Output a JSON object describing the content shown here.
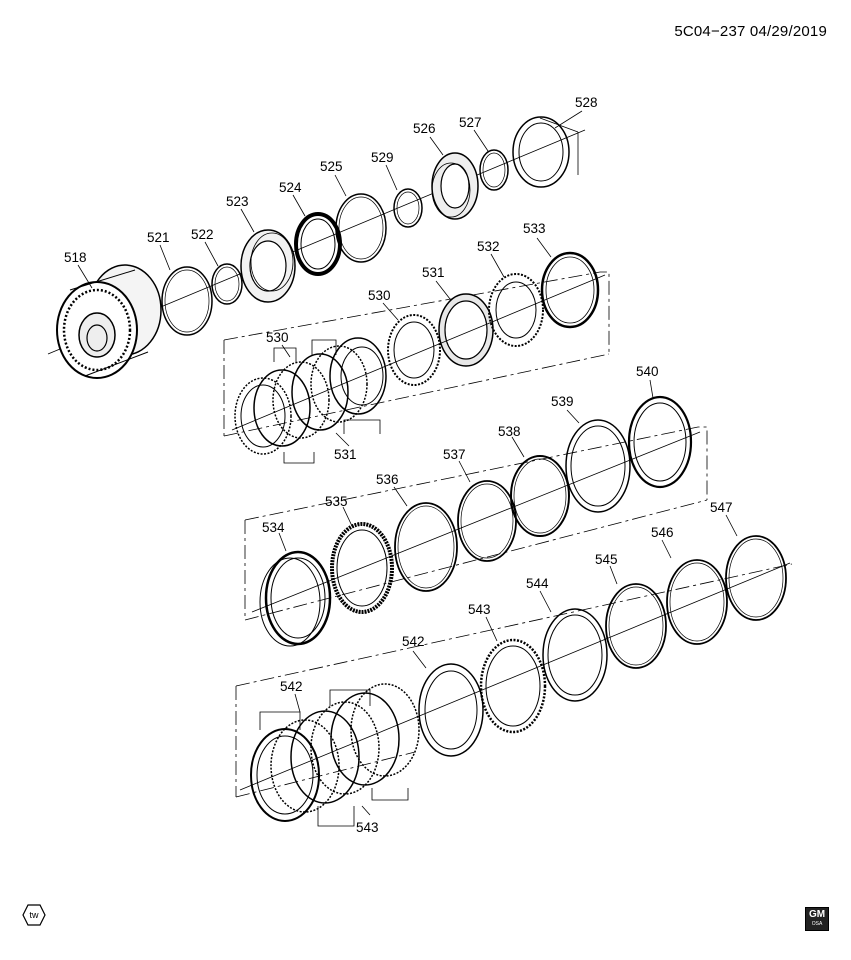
{
  "header": {
    "doc_id": "5C04−237  04/29/2019"
  },
  "callouts": {
    "c518": "518",
    "c521": "521",
    "c522": "522",
    "c523": "523",
    "c524": "524",
    "c525": "525",
    "c529": "529",
    "c526": "526",
    "c527": "527",
    "c528": "528",
    "c530a": "530",
    "c530b": "530",
    "c531a": "531",
    "c531b": "531",
    "c532": "532",
    "c533": "533",
    "c534": "534",
    "c535": "535",
    "c536": "536",
    "c537": "537",
    "c538": "538",
    "c539": "539",
    "c540": "540",
    "c542a": "542",
    "c542b": "542",
    "c543a": "543",
    "c543b": "543",
    "c544": "544",
    "c545": "545",
    "c546": "546",
    "c547": "547"
  },
  "footer": {
    "tw_badge": "tw",
    "logo_text": "GM",
    "logo_sub": "OSA"
  },
  "icons": {
    "tw": "hexagon-tw-icon",
    "logo": "gm-logo-icon"
  }
}
